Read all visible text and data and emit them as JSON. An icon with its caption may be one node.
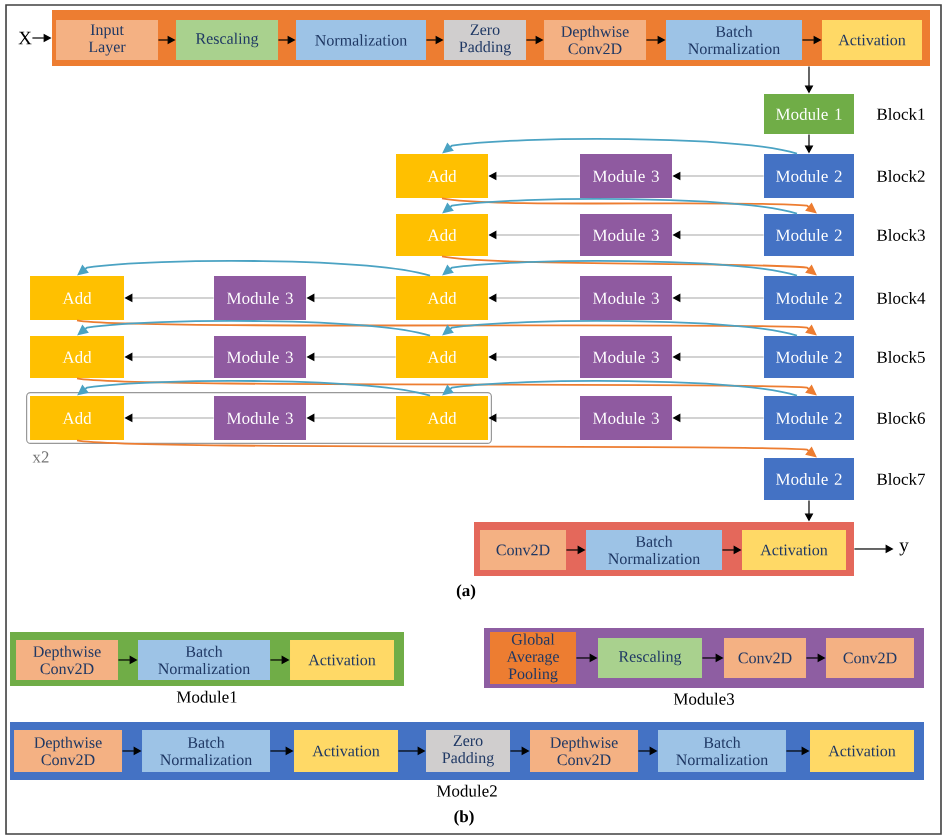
{
  "diagram": {
    "nodes": [
      {
        "text": [
          "X"
        ]
      },
      {
        "text": [],
        "shape": "box"
      },
      {
        "text": [
          "Input Layer"
        ],
        "in": 1
      },
      {
        "text": [
          "Rescaling"
        ],
        "in": 1
      },
      {
        "text": [
          "Normalization"
        ],
        "in": 1
      },
      {
        "text": [
          "Zero Padding"
        ],
        "in": 1
      },
      {
        "text": [
          "Depthwise Conv2D"
        ],
        "in": 1
      },
      {
        "text": [
          "Batch Normalization"
        ],
        "in": 1
      },
      {
        "text": [
          "Activation"
        ],
        "in": 1
      },
      {
        "text": [
          "Module 1"
        ]
      },
      {
        "text": [
          "Add"
        ]
      },
      {
        "text": [
          "Module 3"
        ]
      },
      {
        "text": [
          "Module 2"
        ]
      },
      {
        "text": [
          "Add"
        ]
      },
      {
        "text": [
          "Module 3"
        ]
      },
      {
        "text": [
          "Module 2"
        ]
      },
      {
        "text": [
          "Add"
        ]
      },
      {
        "text": [
          "Module 3"
        ]
      },
      {
        "text": [
          "Add"
        ]
      },
      {
        "text": [
          "Module 3"
        ]
      },
      {
        "text": [
          "Module 2"
        ]
      },
      {
        "text": [
          "Add"
        ]
      },
      {
        "text": [
          "Module 3"
        ]
      },
      {
        "text": [
          "Add"
        ]
      },
      {
        "text": [
          "Module 3"
        ]
      },
      {
        "text": [
          "Module 2"
        ]
      },
      {
        "text": [
          "Add"
        ]
      },
      {
        "text": [
          "Module 3"
        ]
      },
      {
        "text": [
          "Add"
        ]
      },
      {
        "text": [
          "Module 3"
        ]
      },
      {
        "text": [
          "Module 2"
        ]
      },
      {
        "text": [
          "Module 2"
        ]
      },
      {
        "text": [],
        "shape": "box"
      },
      {
        "text": [
          "Conv2D"
        ],
        "in": 32
      },
      {
        "text": [
          "Batch Normalization"
        ],
        "in": 32
      },
      {
        "text": [
          "Activation"
        ],
        "in": 32
      },
      {
        "text": [
          "y"
        ]
      },
      {
        "text": [],
        "shape": "box",
        "beside": [
          "Module1"
        ]
      },
      {
        "text": [
          "Depthwise Conv2D"
        ],
        "in": 37
      },
      {
        "text": [
          "Batch Normalization"
        ],
        "in": 37
      },
      {
        "text": [
          "Activation"
        ],
        "in": 37
      },
      {
        "text": [],
        "shape": "box",
        "beside": [
          "Module3"
        ]
      },
      {
        "text": [
          "Global Average Pooling"
        ],
        "in": 41
      },
      {
        "text": [
          "Rescaling"
        ],
        "in": 41
      },
      {
        "text": [
          "Conv2D"
        ],
        "in": 41
      },
      {
        "text": [
          "Conv2D"
        ],
        "in": 41
      },
      {
        "text": [],
        "shape": "box",
        "beside": [
          "Module2"
        ]
      },
      {
        "text": [
          "Depthwise Conv2D"
        ],
        "in": 46
      },
      {
        "text": [
          "Batch Normalization"
        ],
        "in": 46
      },
      {
        "text": [
          "Activation"
        ],
        "in": 46
      },
      {
        "text": [
          "Zero Padding"
        ],
        "in": 46
      },
      {
        "text": [
          "Depthwise Conv2D"
        ],
        "in": 46
      },
      {
        "text": [
          "Batch Normalization"
        ],
        "in": 46
      },
      {
        "text": [
          "Activation"
        ],
        "in": 46
      }
    ],
    "edges": [
      {
        "from": 0,
        "to": 1,
        "arrow": "to"
      },
      {
        "from": 2,
        "to": 3,
        "arrow": "to"
      },
      {
        "from": 3,
        "to": 4,
        "arrow": "to"
      },
      {
        "from": 4,
        "to": 5,
        "arrow": "to"
      },
      {
        "from": 5,
        "to": 6,
        "arrow": "to"
      },
      {
        "from": 6,
        "to": 7,
        "arrow": "to"
      },
      {
        "from": 7,
        "to": 8,
        "arrow": "to"
      },
      {
        "from": 1,
        "to": 9,
        "arrow": "to"
      },
      {
        "from": 9,
        "to": 12,
        "arrow": "to"
      },
      {
        "from": 12,
        "to": 11,
        "arrow": "to",
        "color": "#a6a6a6"
      },
      {
        "from": 11,
        "to": 10,
        "arrow": "to",
        "color": "#a6a6a6"
      },
      {
        "from": 12,
        "to": 10,
        "arrow": "to",
        "color": "#4ba3c3"
      },
      {
        "from": 10,
        "to": 15,
        "arrow": "to",
        "color": "#ed7d31"
      },
      {
        "from": 15,
        "to": 14,
        "arrow": "to",
        "color": "#a6a6a6"
      },
      {
        "from": 14,
        "to": 13,
        "arrow": "to",
        "color": "#a6a6a6"
      },
      {
        "from": 15,
        "to": 13,
        "arrow": "to",
        "color": "#4ba3c3"
      },
      {
        "from": 13,
        "to": 20,
        "arrow": "to",
        "color": "#ed7d31"
      },
      {
        "from": 20,
        "to": 19,
        "arrow": "to",
        "color": "#a6a6a6"
      },
      {
        "from": 19,
        "to": 18,
        "arrow": "to",
        "color": "#a6a6a6"
      },
      {
        "from": 18,
        "to": 17,
        "arrow": "to",
        "color": "#a6a6a6"
      },
      {
        "from": 17,
        "to": 16,
        "arrow": "to",
        "color": "#a6a6a6"
      },
      {
        "from": 20,
        "to": 18,
        "arrow": "to",
        "color": "#4ba3c3"
      },
      {
        "from": 18,
        "to": 16,
        "arrow": "to",
        "color": "#4ba3c3"
      },
      {
        "from": 16,
        "to": 25,
        "arrow": "to",
        "color": "#ed7d31"
      },
      {
        "from": 25,
        "to": 24,
        "arrow": "to",
        "color": "#a6a6a6"
      },
      {
        "from": 24,
        "to": 23,
        "arrow": "to",
        "color": "#a6a6a6"
      },
      {
        "from": 23,
        "to": 22,
        "arrow": "to",
        "color": "#a6a6a6"
      },
      {
        "from": 22,
        "to": 21,
        "arrow": "to",
        "color": "#a6a6a6"
      },
      {
        "from": 25,
        "to": 23,
        "arrow": "to",
        "color": "#4ba3c3"
      },
      {
        "from": 23,
        "to": 21,
        "arrow": "to",
        "color": "#4ba3c3"
      },
      {
        "from": 21,
        "to": 30,
        "arrow": "to",
        "color": "#ed7d31"
      },
      {
        "from": 30,
        "to": 29,
        "arrow": "to",
        "color": "#a6a6a6"
      },
      {
        "from": 29,
        "to": 28,
        "arrow": "to",
        "color": "#a6a6a6"
      },
      {
        "from": 28,
        "to": 27,
        "arrow": "to",
        "color": "#a6a6a6"
      },
      {
        "from": 27,
        "to": 26,
        "arrow": "to",
        "color": "#a6a6a6"
      },
      {
        "from": 30,
        "to": 28,
        "arrow": "to",
        "color": "#4ba3c3"
      },
      {
        "from": 28,
        "to": 26,
        "arrow": "to",
        "color": "#4ba3c3"
      },
      {
        "from": 26,
        "to": 31,
        "arrow": "to",
        "color": "#ed7d31"
      },
      {
        "from": 31,
        "to": 32,
        "arrow": "to"
      },
      {
        "from": 32,
        "to": 36,
        "arrow": "to"
      },
      {
        "from": 33,
        "to": 34,
        "arrow": "to"
      },
      {
        "from": 34,
        "to": 35,
        "arrow": "to"
      },
      {
        "from": 38,
        "to": 39,
        "arrow": "to"
      },
      {
        "from": 39,
        "to": 40,
        "arrow": "to"
      },
      {
        "from": 42,
        "to": 43,
        "arrow": "to"
      },
      {
        "from": 43,
        "to": 44,
        "arrow": "to"
      },
      {
        "from": 44,
        "to": 45,
        "arrow": "to"
      },
      {
        "from": 47,
        "to": 48,
        "arrow": "to"
      },
      {
        "from": 48,
        "to": 49,
        "arrow": "to"
      },
      {
        "from": 49,
        "to": 50,
        "arrow": "to"
      },
      {
        "from": 50,
        "to": 51,
        "arrow": "to"
      },
      {
        "from": 51,
        "to": 52,
        "arrow": "to"
      },
      {
        "from": 52,
        "to": 53,
        "arrow": "to"
      }
    ],
    "labels": [
      "Block1",
      "Block2",
      "Block3",
      "Block4",
      "Block5",
      "Block6",
      "Block7",
      "x2",
      "(a)",
      "(b)"
    ]
  }
}
